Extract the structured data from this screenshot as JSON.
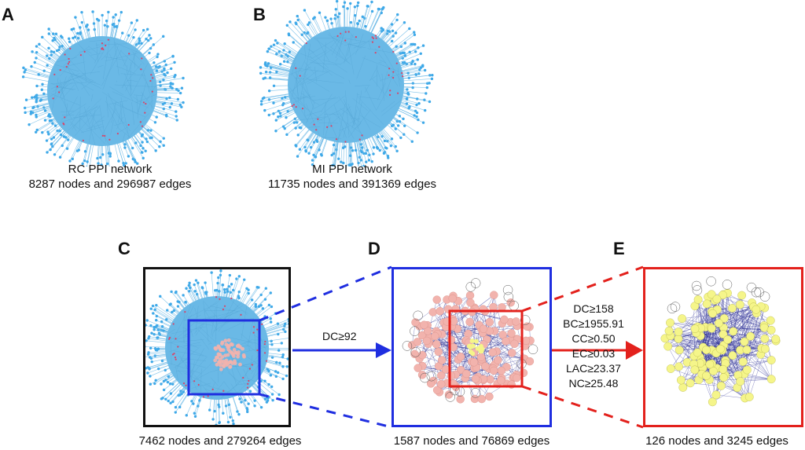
{
  "panels": {
    "A": {
      "letter": "A",
      "caption_line1": "RC PPI network",
      "caption_line2": "8287 nodes and 296987 edges"
    },
    "B": {
      "letter": "B",
      "caption_line1": "MI PPI network",
      "caption_line2": "11735 nodes and 391369 edges"
    },
    "C": {
      "letter": "C",
      "caption": "7462 nodes and 279264 edges"
    },
    "D": {
      "letter": "D",
      "caption": "1587 nodes and 76869 edges"
    },
    "E": {
      "letter": "E",
      "caption": "126 nodes and 3245 edges"
    }
  },
  "arrows": {
    "c_to_d_label": "DC≥92",
    "d_to_e_criteria": [
      "DC≥158",
      "BC≥1955.91",
      "CC≥0.50",
      "EC≥0.03",
      "LAC≥23.37",
      "NC≥25.48"
    ]
  },
  "colors": {
    "network_blue": "#5fb3e4",
    "node_cyan": "#3fa9e8",
    "edge_red": "#d9456a",
    "box_c": "#111111",
    "box_d": "#1f2ee0",
    "box_e": "#e3211c",
    "node_pink": "#f2b3ad",
    "node_yellow": "#f5f58a",
    "edge_navy": "#2b2f95"
  }
}
